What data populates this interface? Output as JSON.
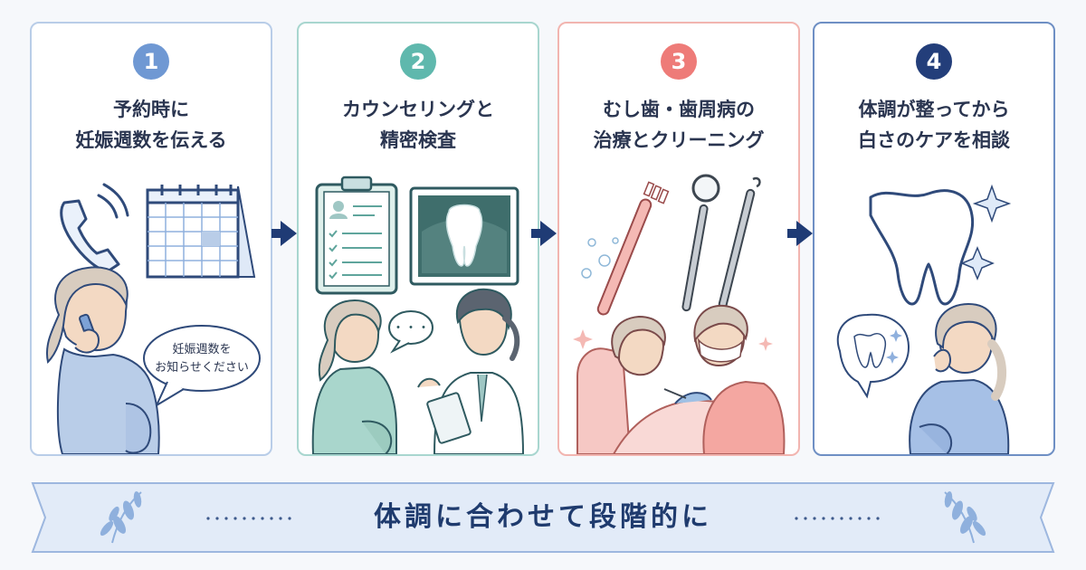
{
  "steps": [
    {
      "number": "1",
      "title_line1": "予約時に",
      "title_line2": "妊娠週数を伝える",
      "bubble_line1": "妊娠週数を",
      "bubble_line2": "お知らせください"
    },
    {
      "number": "2",
      "title_line1": "カウンセリングと",
      "title_line2": "精密検査",
      "bubble_text": "・・・"
    },
    {
      "number": "3",
      "title_line1": "むし歯・歯周病の",
      "title_line2": "治療とクリーニング"
    },
    {
      "number": "4",
      "title_line1": "体調が整ってから",
      "title_line2": "白さのケアを相談"
    }
  ],
  "banner": {
    "text": "体調に合わせて段階的に"
  },
  "colors": {
    "step1": "#6f98d3",
    "step2": "#5fb8ad",
    "step3": "#ee7b78",
    "step4": "#233e7a",
    "arrow": "#1f3b75",
    "banner_text": "#1f3b6e"
  },
  "icons": [
    "phone-icon",
    "calendar-icon",
    "clipboard-icon",
    "xray-tooth-icon",
    "toothbrush-icon",
    "dental-mirror-icon",
    "dental-probe-icon",
    "tooth-icon",
    "sparkle-icon",
    "laurel-icon"
  ]
}
